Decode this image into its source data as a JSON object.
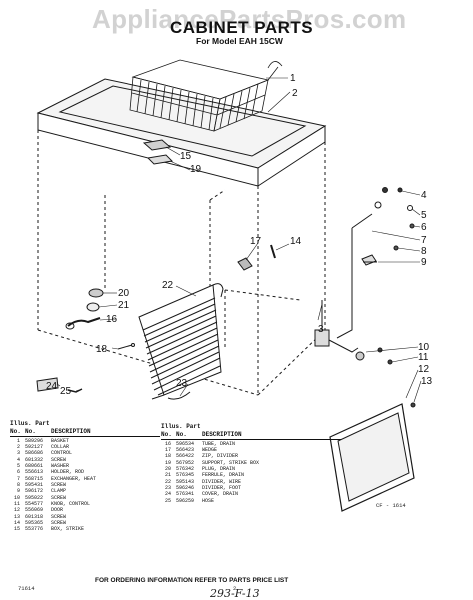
{
  "watermark": "AppliancePartsPros.com",
  "header": {
    "title": "CABINET PARTS",
    "model_line": "For Model EAH 15CW"
  },
  "callouts": [
    "1",
    "2",
    "15",
    "19",
    "3",
    "4",
    "5",
    "6",
    "7",
    "8",
    "9",
    "10",
    "11",
    "12",
    "13",
    "14",
    "16",
    "17",
    "18",
    "20",
    "21",
    "22",
    "23",
    "24",
    "25"
  ],
  "cf_label": "CF - 1614",
  "parts_left": {
    "header_line1": "Illus. Part",
    "header_no": "No.",
    "header_no2": "No.",
    "header_desc": "DESCRIPTION",
    "rows": [
      {
        "illus": "1",
        "part": "589296",
        "desc": "BASKET"
      },
      {
        "illus": "2",
        "part": "592127",
        "desc": "COLLAR"
      },
      {
        "illus": "3",
        "part": "586686",
        "desc": "CONTROL"
      },
      {
        "illus": "4",
        "part": "601332",
        "desc": "SCREW"
      },
      {
        "illus": "5",
        "part": "680661",
        "desc": "WASHER"
      },
      {
        "illus": "6",
        "part": "556613",
        "desc": "HOLDER, ROD"
      },
      {
        "illus": "7",
        "part": "568715",
        "desc": "EXCHANGER, HEAT"
      },
      {
        "illus": "8",
        "part": "595431",
        "desc": "SCREW"
      },
      {
        "illus": "9",
        "part": "596172",
        "desc": "CLAMP"
      },
      {
        "illus": "10",
        "part": "595022",
        "desc": "SCREW"
      },
      {
        "illus": "11",
        "part": "554577",
        "desc": "KNOB, CONTROL"
      },
      {
        "illus": "12",
        "part": "556069",
        "desc": "DOOR"
      },
      {
        "illus": "13",
        "part": "601318",
        "desc": "SCREW"
      },
      {
        "illus": "14",
        "part": "595365",
        "desc": "SCREW"
      },
      {
        "illus": "15",
        "part": "553776",
        "desc": "BOX, STRIKE"
      }
    ]
  },
  "parts_right": {
    "header_line1": "Illus. Part",
    "header_no": "No.",
    "header_no2": "No.",
    "header_desc": "DESCRIPTION",
    "rows": [
      {
        "illus": "16",
        "part": "596534",
        "desc": "TUBE, DRAIN"
      },
      {
        "illus": "17",
        "part": "566423",
        "desc": "WEDGE"
      },
      {
        "illus": "18",
        "part": "566422",
        "desc": "ZIP, DIVIDER"
      },
      {
        "illus": "19",
        "part": "567952",
        "desc": "SUPPORT, STRIKE BOX"
      },
      {
        "illus": "20",
        "part": "576342",
        "desc": "PLUG, DRAIN"
      },
      {
        "illus": "21",
        "part": "576345",
        "desc": "FERRULE, DRAIN"
      },
      {
        "illus": "22",
        "part": "595143",
        "desc": "DIVIDER, WIRE"
      },
      {
        "illus": "23",
        "part": "596246",
        "desc": "DIVIDER, FOOT"
      },
      {
        "illus": "24",
        "part": "576341",
        "desc": "COVER, DRAIN"
      },
      {
        "illus": "25",
        "part": "596259",
        "desc": "HOSE"
      }
    ]
  },
  "footer": "FOR ORDERING INFORMATION REFER TO PARTS PRICE LIST",
  "doc_code": "71614",
  "page_number": "2",
  "handwritten": "293-F-13"
}
